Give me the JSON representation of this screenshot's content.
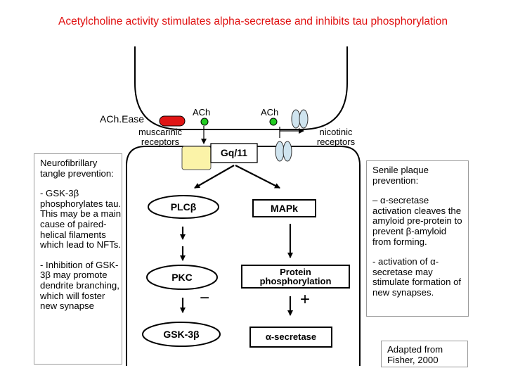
{
  "title": "Acetylcholine activity stimulates alpha-secretase and inhibits tau phosphorylation",
  "labels": {
    "acheease": "ACh.Ease",
    "ach_left": "ACh",
    "ach_right": "ACh",
    "muscarinic": "muscarinic\nreceptors",
    "nicotinic": "nicotinic\nreceptors",
    "gq": "Gq/11",
    "plc": "PLCβ",
    "mapk": "MAPk",
    "pkc": "PKC",
    "protein_phos": "Protein\nphosphorylation",
    "gsk": "GSK-3β",
    "asecretase": "α-secretase",
    "minus": "−",
    "plus": "+"
  },
  "left_box": {
    "p1": "Neurofibrillary tangle prevention:",
    "p2": "- GSK-3β phosphorylates tau. This may be a main cause of paired-helical filaments which lead to NFTs.",
    "p3": "- Inhibition of GSK-3β may promote dendrite branching, which will foster new synapse"
  },
  "right_box": {
    "p1": "Senile plaque prevention:",
    "p2": "– α-secretase activation cleaves the amyloid pre-protein to prevent β-amyloid from forming.",
    "p3": "- activation of α-secretase may stimulate formation of new synapses."
  },
  "credit": "Adapted from\nFisher, 2000",
  "colors": {
    "title": "#e01010",
    "enzyme_red": "#e01515",
    "ligand_green": "#22cc22",
    "gq_yellow": "#fbf3a8",
    "receptor_blue": "#cfe4ef"
  }
}
